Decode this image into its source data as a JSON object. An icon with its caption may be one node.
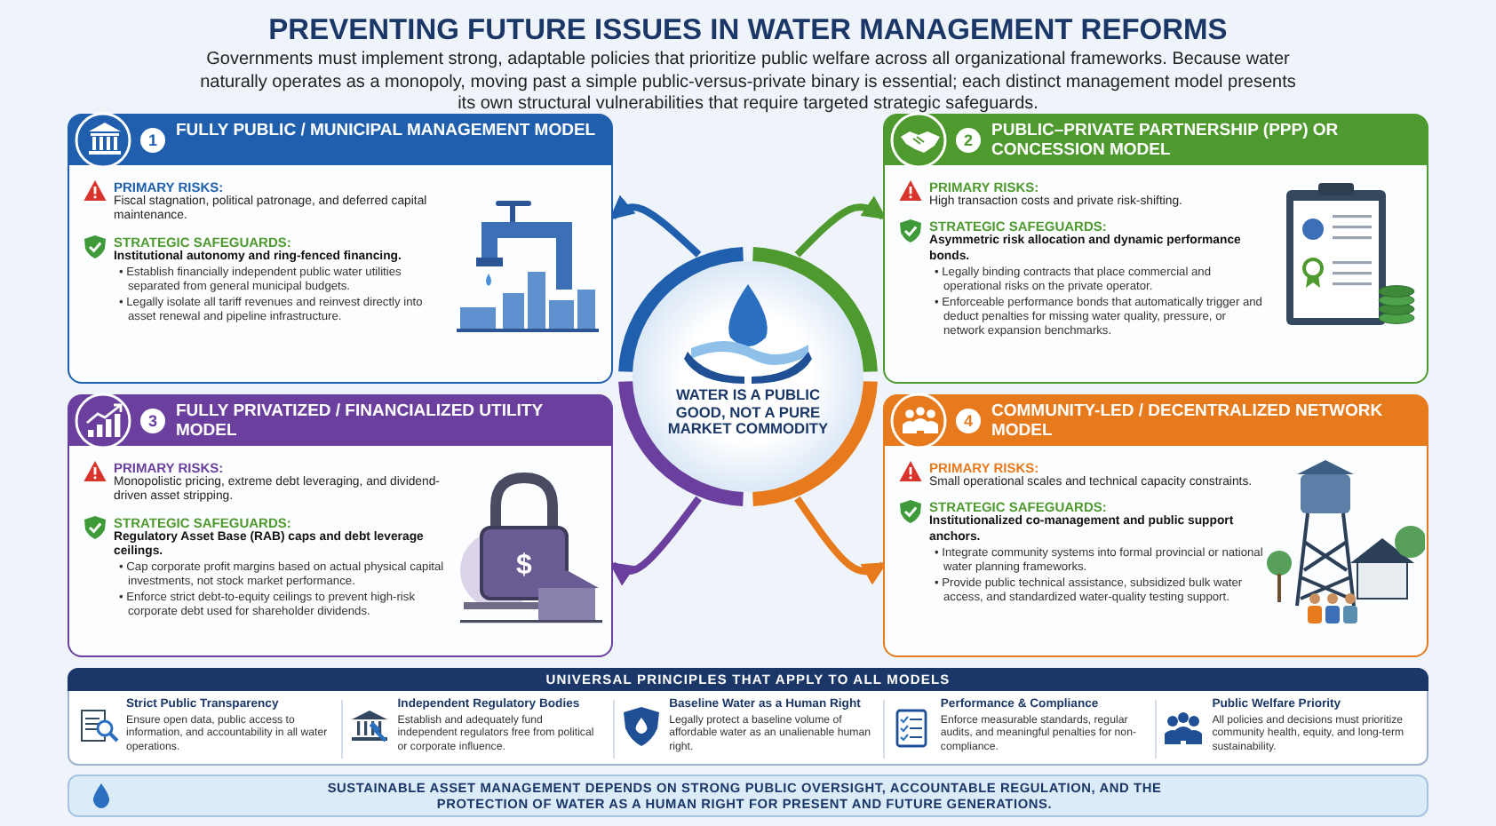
{
  "diagram": {
    "title": "PREVENTING FUTURE ISSUES IN WATER MANAGEMENT REFORMS",
    "nodes": [
      {
        "text": [
          "1",
          "FULLY PUBLIC / MUNICIPAL MANAGEMENT MODEL",
          "PRIMARY RISKS:",
          "Fiscal stagnation, political patronage, and deferred capital maintenance.",
          "STRATEGIC SAFEGUARDS:",
          "Institutional autonomy and ring-fenced financing.",
          "• Establish financially independent public water utilities separated from general municipal budgets.",
          "• Legally isolate all tariff revenues and reinvest directly into asset renewal and pipeline infrastructure."
        ]
      },
      {
        "text": [
          "2",
          "PUBLIC–PRIVATE PARTNERSHIP (PPP) OR CONCESSION MODEL",
          "PRIMARY RISKS:",
          "High transaction costs and private risk-shifting.",
          "STRATEGIC SAFEGUARDS:",
          "Asymmetric risk allocation and dynamic performance bonds.",
          "• Legally binding contracts that place commercial and operational risks on the private operator.",
          "• Enforceable performance bonds that automatically trigger and deduct penalties for missing water quality, pressure, or network expansion benchmarks."
        ]
      },
      {
        "text": [
          "3",
          "FULLY PRIVATIZED / FINANCIALIZED UTILITY MODEL",
          "PRIMARY RISKS:",
          "Monopolistic pricing, extreme debt leveraging, and dividend-driven asset stripping.",
          "STRATEGIC SAFEGUARDS:",
          "Regulatory Asset Base (RAB) caps and debt leverage ceilings.",
          "• Cap corporate profit margins based on actual physical capital investments, not stock market performance.",
          "• Enforce strict debt-to-equity ceilings to prevent high-risk corporate debt used for shareholder dividends."
        ]
      },
      {
        "text": [
          "4",
          "COMMUNITY-LED / DECENTRALIZED NETWORK MODEL",
          "PRIMARY RISKS:",
          "Small operational scales and technical capacity constraints.",
          "STRATEGIC SAFEGUARDS:",
          "Institutionalized co-management and public support anchors.",
          "• Integrate community systems into formal provincial or national water planning frameworks.",
          "• Provide public technical assistance, subsidized bulk water access, and standardized water-quality testing support."
        ]
      },
      {
        "text": [
          "WATER IS A PUBLIC GOOD, NOT A PURE MARKET COMMODITY"
        ]
      },
      {
        "text": [
          "UNIVERSAL PRINCIPLES THAT APPLY TO ALL MODELS",
          "Strict Public Transparency",
          "Ensure open data, public access to information, and accountability in all water operations.",
          "Independent Regulatory Bodies",
          "Establish and adequately fund independent regulators free from political or corporate influence.",
          "Baseline Water as a Human Right",
          "Legally protect a baseline volume of affordable water as an unalienable human right.",
          "Performance & Compliance",
          "Enforce measurable standards, regular audits, and meaningful penalties for non-compliance.",
          "Public Welfare Priority",
          "All policies and decisions must prioritize community health, equity, and long-term sustainability."
        ]
      },
      {
        "text": [
          "SUSTAINABLE ASSET MANAGEMENT DEPENDS ON STRONG PUBLIC OVERSIGHT, ACCOUNTABLE REGULATION, AND THE PROTECTION OF WATER AS A HUMAN RIGHT FOR PRESENT AND FUTURE GENERATIONS."
        ]
      }
    ],
    "edges": [
      {
        "from": 4,
        "to": 0,
        "arrow": "to",
        "color": "#1f5fae"
      },
      {
        "from": 4,
        "to": 1,
        "arrow": "to",
        "color": "#4e9a2e"
      },
      {
        "from": 4,
        "to": 2,
        "arrow": "to",
        "color": "#6a3f9e"
      },
      {
        "from": 4,
        "to": 3,
        "arrow": "to",
        "color": "#e87a1e"
      }
    ],
    "labels": [
      "Governments must implement strong, adaptable policies that prioritize public welfare across all organizational frameworks. Because water naturally operates as a monopoly, moving past a simple public-versus-private binary is essential; each distinct management model presents its own structural vulnerabilities that require targeted strategic safeguards.",
      "$"
    ]
  }
}
